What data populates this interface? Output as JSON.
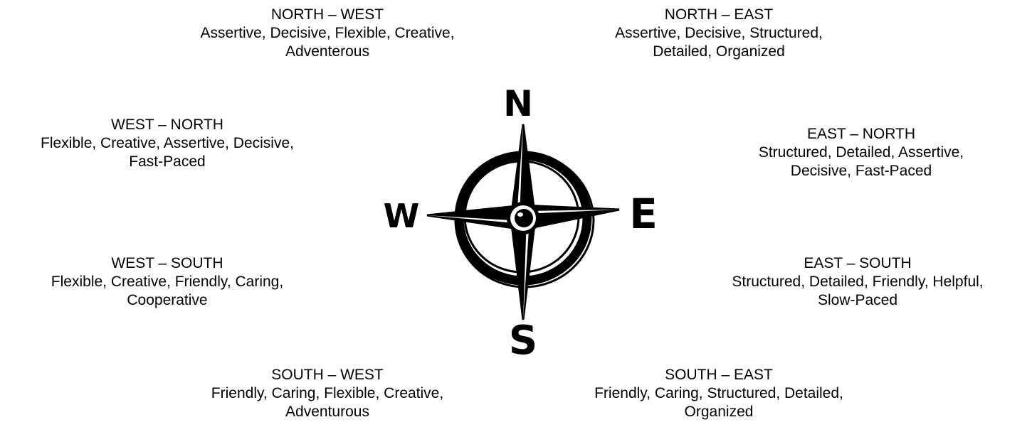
{
  "compass": {
    "labels": {
      "n": "N",
      "e": "E",
      "s": "S",
      "w": "W"
    }
  },
  "directions": {
    "north_west": {
      "title": "NORTH – WEST",
      "lines": [
        "Assertive, Decisive, Flexible, Creative,",
        "Adventerous"
      ]
    },
    "north_east": {
      "title": "NORTH – EAST",
      "lines": [
        "Assertive, Decisive, Structured,",
        "Detailed, Organized"
      ]
    },
    "west_north": {
      "title": "WEST – NORTH",
      "lines": [
        "Flexible, Creative, Assertive, Decisive,",
        "Fast-Paced"
      ]
    },
    "east_north": {
      "title": "EAST – NORTH",
      "lines": [
        "Structured, Detailed, Assertive,",
        "Decisive, Fast-Paced"
      ]
    },
    "west_south": {
      "title": "WEST – SOUTH",
      "lines": [
        "Flexible, Creative, Friendly, Caring,",
        "Cooperative"
      ]
    },
    "east_south": {
      "title": "EAST – SOUTH",
      "lines": [
        "Structured, Detailed, Friendly, Helpful,",
        "Slow-Paced"
      ]
    },
    "south_west": {
      "title": "SOUTH – WEST",
      "lines": [
        "Friendly, Caring, Flexible, Creative,",
        "Adventurous"
      ]
    },
    "south_east": {
      "title": "SOUTH – EAST",
      "lines": [
        "Friendly, Caring, Structured, Detailed,",
        "Organized"
      ]
    }
  }
}
